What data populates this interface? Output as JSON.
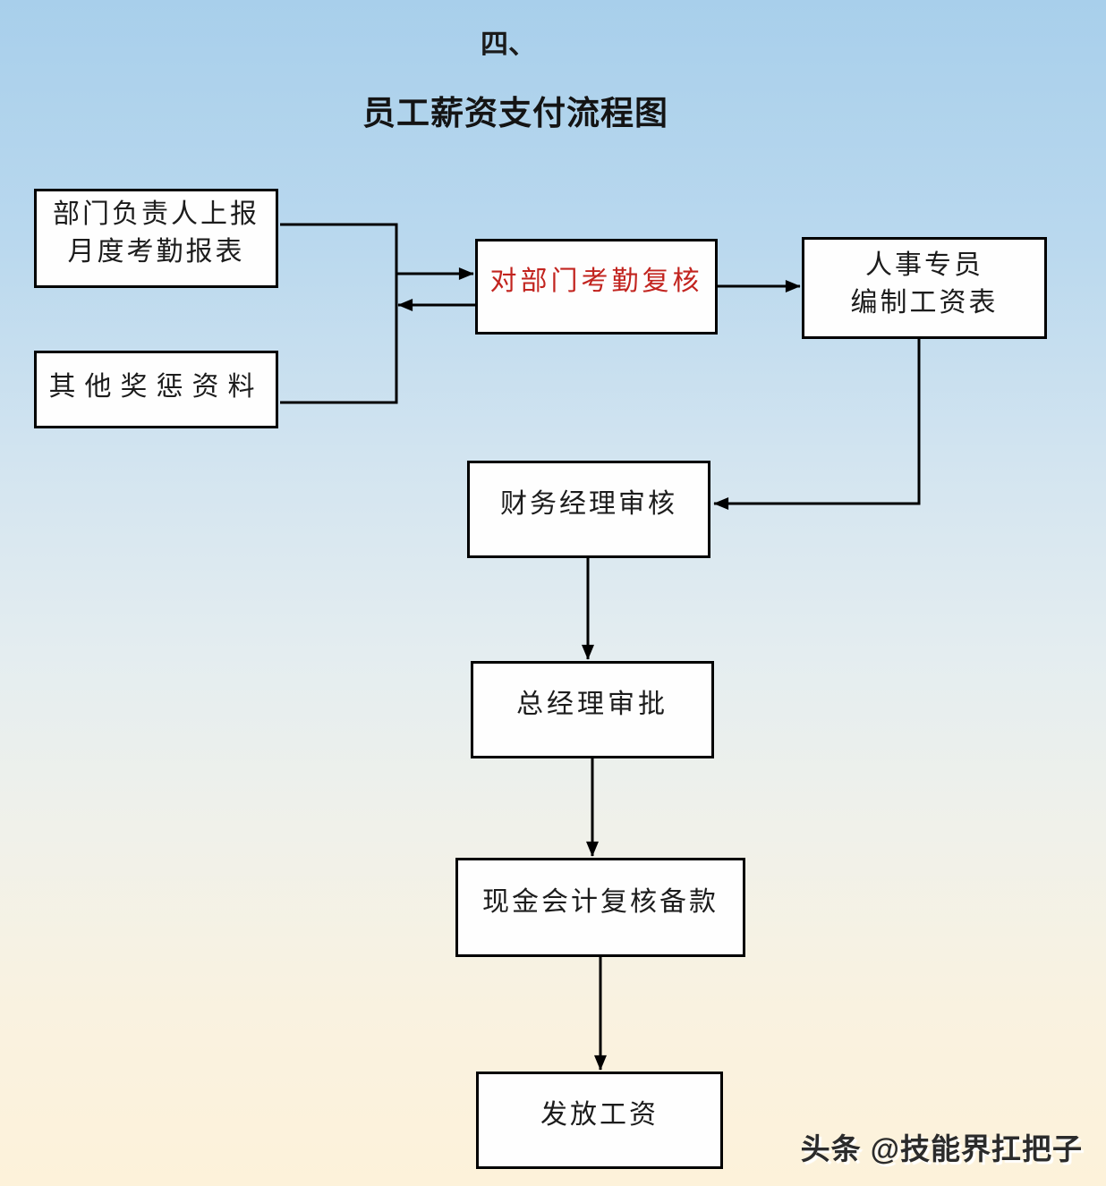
{
  "title": {
    "section": "四、",
    "main": "员工薪资支付流程图"
  },
  "nodes": {
    "report": {
      "line1": "部门负责人上报",
      "line2": "月度考勤报表"
    },
    "other": {
      "label": "其他奖惩资料"
    },
    "review": {
      "label": "对部门考勤复核",
      "color": "#c2241f"
    },
    "hr": {
      "line1": "人事专员",
      "line2": "编制工资表"
    },
    "finance": {
      "label": "财务经理审核"
    },
    "gm": {
      "label": "总经理审批"
    },
    "cash": {
      "label": "现金会计复核备款"
    },
    "pay": {
      "label": "发放工资"
    }
  },
  "watermark": {
    "text": "头条 @技能界扛把子"
  },
  "colors": {
    "background_top": "#a8cfeb",
    "background_bottom": "#fdf2da",
    "box_fill": "#fefefe",
    "box_border": "#000000",
    "connector": "#000000",
    "review_text": "#c2241f",
    "title_text": "#141414"
  }
}
